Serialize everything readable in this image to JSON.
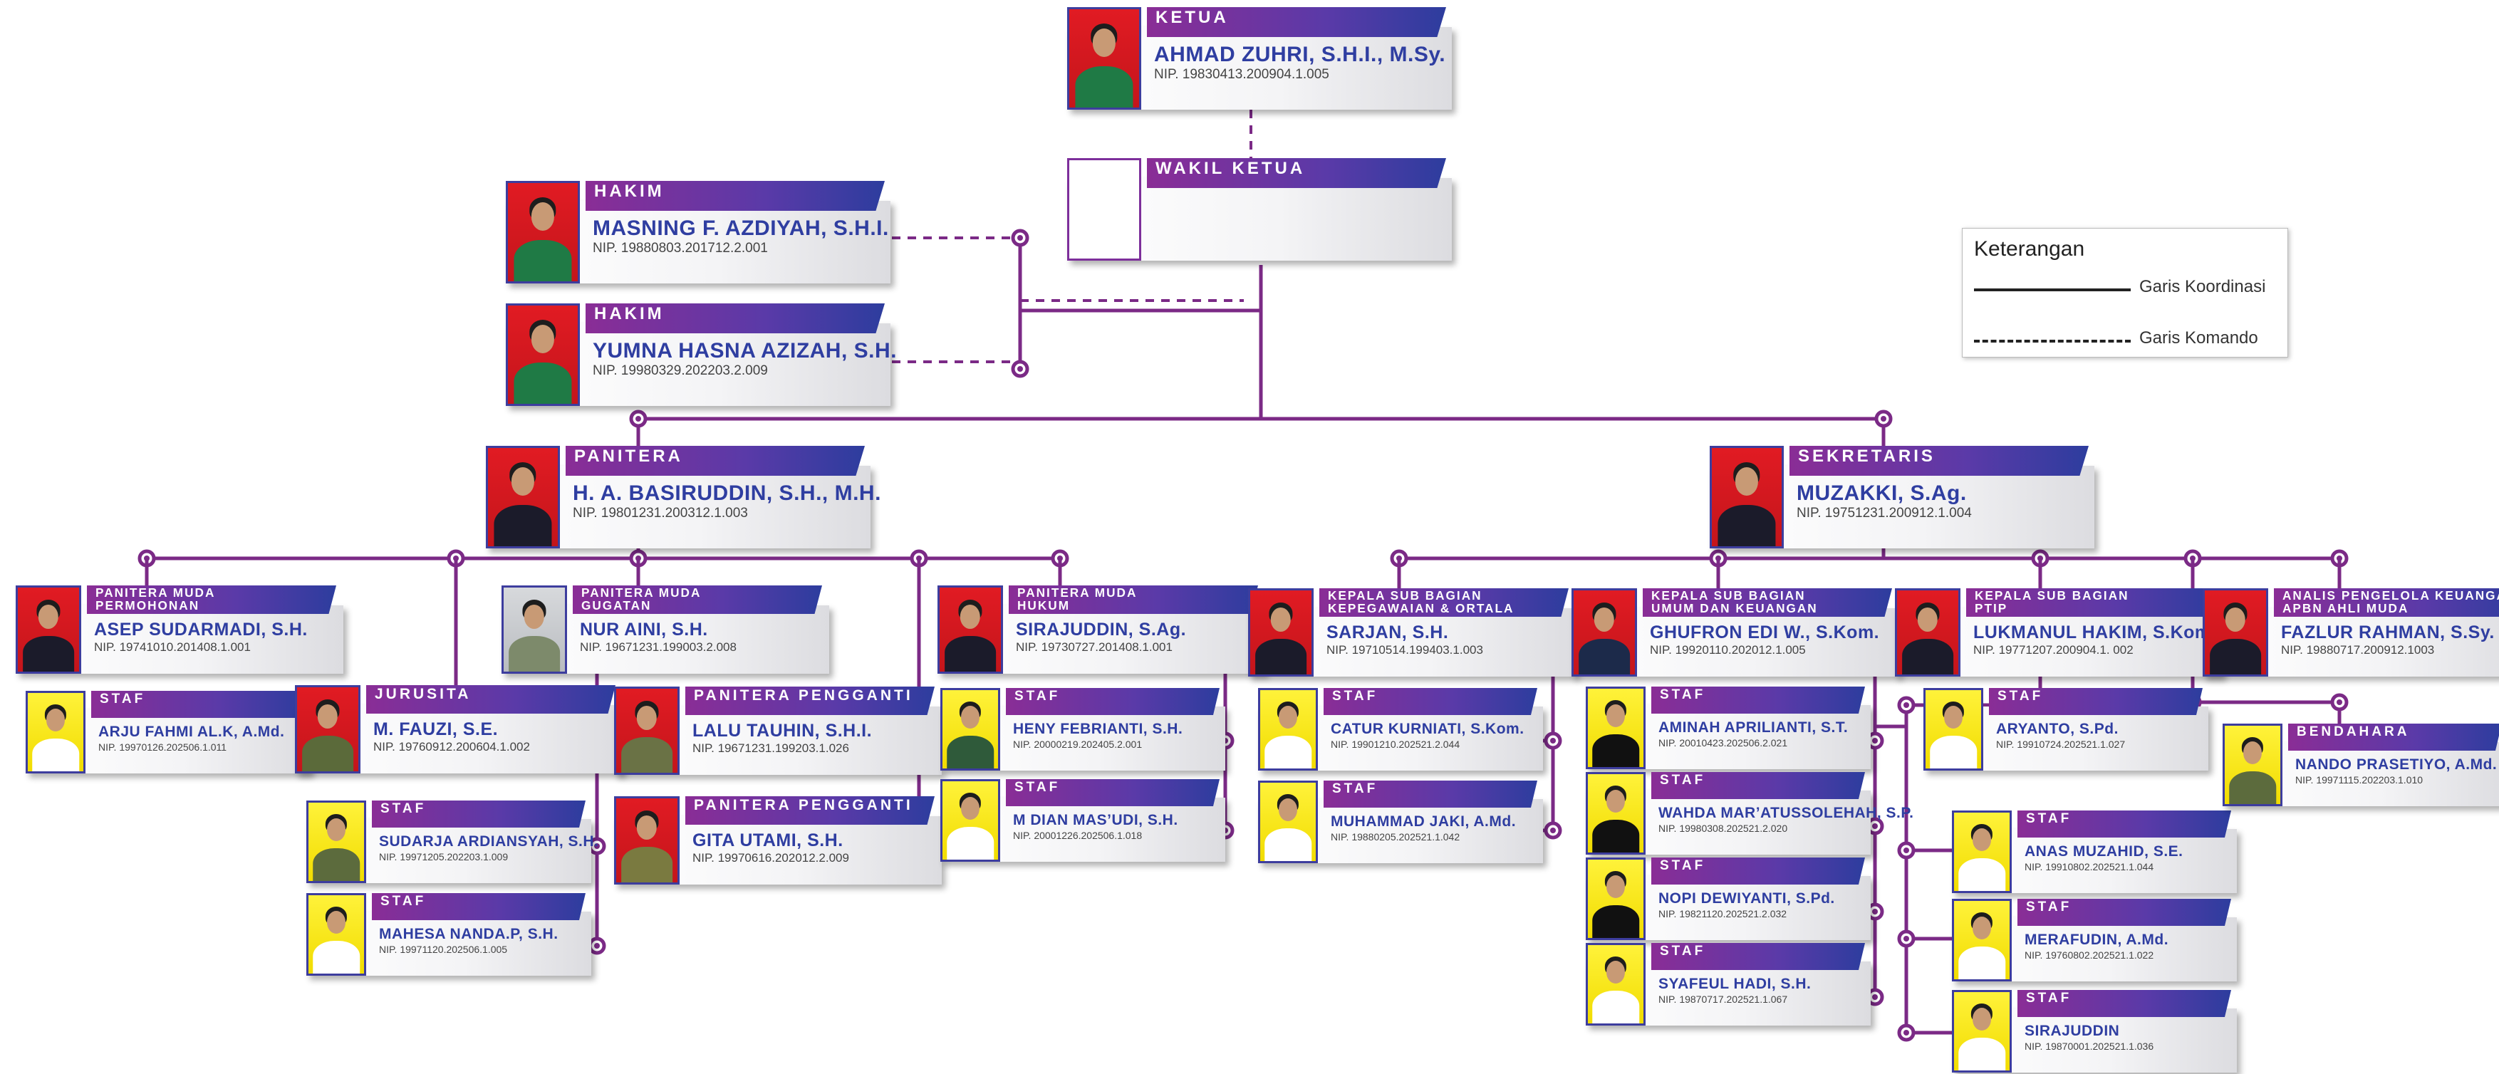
{
  "legend": {
    "title": "Keterangan",
    "koordinasi": "Garis Koordinasi",
    "komando": "Garis Komando"
  },
  "colors": {
    "line": "#7b2a86",
    "name": "#2f3ea1",
    "ribbon_start": "#8a2d96",
    "ribbon_end": "#2d3d9e",
    "photo_border": "#3d3d9e"
  },
  "people": [
    {
      "id": "ketua",
      "role": "KETUA",
      "name": "AHMAD ZUHRI, S.H.I., M.Sy.",
      "nip": "NIP. 19830413.200904.1.005",
      "bg": "red",
      "torso": "#1f7a45",
      "icon": "judge-portrait"
    },
    {
      "id": "wakil",
      "role": "WAKIL KETUA",
      "name": "",
      "nip": "",
      "bg": "blank",
      "torso": "",
      "icon": "empty-photo-frame"
    },
    {
      "id": "hakim1",
      "role": "HAKIM",
      "name": "MASNING F. AZDIYAH, S.H.I.",
      "nip": "NIP. 19880803.201712.2.001",
      "bg": "red",
      "torso": "#1f7a45",
      "icon": "judge-portrait"
    },
    {
      "id": "hakim2",
      "role": "HAKIM",
      "name": "YUMNA HASNA AZIZAH, S.H.",
      "nip": "NIP. 19980329.202203.2.009",
      "bg": "red",
      "torso": "#1f7a45",
      "icon": "judge-portrait"
    },
    {
      "id": "panitera",
      "role": "PANITERA",
      "name": "H. A. BASIRUDDIN, S.H., M.H.",
      "nip": "NIP. 19801231.200312.1.003",
      "bg": "red",
      "torso": "#1b1b2a",
      "icon": "person-portrait"
    },
    {
      "id": "sekretaris",
      "role": "SEKRETARIS",
      "name": "MUZAKKI, S.Ag.",
      "nip": "NIP. 19751231.200912.1.004",
      "bg": "red",
      "torso": "#1b1b2a",
      "icon": "person-portrait"
    },
    {
      "id": "pm_permohonan",
      "role": "PANITERA MUDA\nPERMOHONAN",
      "name": "ASEP SUDARMADI, S.H.",
      "nip": "NIP. 19741010.201408.1.001",
      "bg": "red",
      "torso": "#1b1b2a",
      "icon": "person-portrait"
    },
    {
      "id": "staf_arju",
      "role": "STAF",
      "name": "ARJU FAHMI AL.K, A.Md.",
      "nip": "NIP. 19970126.202506.1.011",
      "bg": "yel",
      "torso": "#ffffff",
      "icon": "person-portrait"
    },
    {
      "id": "jurusita",
      "role": "JURUSITA",
      "name": "M. FAUZI, S.E.",
      "nip": "NIP. 19760912.200604.1.002",
      "bg": "red",
      "torso": "#5b6a3a",
      "icon": "person-portrait"
    },
    {
      "id": "pm_gugatan",
      "role": "PANITERA MUDA\nGUGATAN",
      "name": "NUR AINI, S.H.",
      "nip": "NIP. 19671231.199003.2.008",
      "bg": "gry",
      "torso": "#7d8a6b",
      "icon": "person-portrait"
    },
    {
      "id": "pp_lalu",
      "role": "PANITERA PENGGANTI",
      "name": "LALU TAUHIN, S.H.I.",
      "nip": "NIP. 19671231.199203.1.026",
      "bg": "red",
      "torso": "#6a7245",
      "icon": "person-portrait"
    },
    {
      "id": "pp_gita",
      "role": "PANITERA PENGGANTI",
      "name": "GITA UTAMI, S.H.",
      "nip": "NIP. 19970616.202012.2.009",
      "bg": "red",
      "torso": "#7a7a40",
      "icon": "person-portrait"
    },
    {
      "id": "staf_sudarja",
      "role": "STAF",
      "name": "SUDARJA ARDIANSYAH, S.H.",
      "nip": "NIP. 19971205.202203.1.009",
      "bg": "yel",
      "torso": "#5c6b3d",
      "icon": "person-portrait"
    },
    {
      "id": "staf_mahesa",
      "role": "STAF",
      "name": "MAHESA NANDA.P, S.H.",
      "nip": "NIP. 19971120.202506.1.005",
      "bg": "yel",
      "torso": "#ffffff",
      "icon": "person-portrait"
    },
    {
      "id": "pm_hukum",
      "role": "PANITERA MUDA\nHUKUM",
      "name": "SIRAJUDDIN, S.Ag.",
      "nip": "NIP. 19730727.201408.1.001",
      "bg": "red",
      "torso": "#1b1b2a",
      "icon": "person-portrait"
    },
    {
      "id": "staf_heny",
      "role": "STAF",
      "name": "HENY FEBRIANTI, S.H.",
      "nip": "NIP. 20000219.202405.2.001",
      "bg": "yel",
      "torso": "#2f5a3a",
      "icon": "person-portrait"
    },
    {
      "id": "staf_dian",
      "role": "STAF",
      "name": "M DIAN MAS’UDI, S.H.",
      "nip": "NIP. 20001226.202506.1.018",
      "bg": "yel",
      "torso": "#ffffff",
      "icon": "person-portrait"
    },
    {
      "id": "kasub_kepeg",
      "role": "KEPALA SUB BAGIAN\nKEPEGAWAIAN & ORTALA",
      "name": "SARJAN, S.H.",
      "nip": "NIP. 19710514.199403.1.003",
      "bg": "red",
      "torso": "#1b1b2a",
      "icon": "person-portrait"
    },
    {
      "id": "staf_catur",
      "role": "STAF",
      "name": "CATUR KURNIATI, S.Kom.",
      "nip": "NIP. 19901210.202521.2.044",
      "bg": "yel",
      "torso": "#ffffff",
      "icon": "person-portrait"
    },
    {
      "id": "staf_jaki",
      "role": "STAF",
      "name": "MUHAMMAD JAKI, A.Md.",
      "nip": "NIP. 19880205.202521.1.042",
      "bg": "yel",
      "torso": "#ffffff",
      "icon": "person-portrait"
    },
    {
      "id": "kasub_umum",
      "role": "KEPALA SUB BAGIAN\nUMUM DAN KEUANGAN",
      "name": "GHUFRON EDI W., S.Kom.",
      "nip": "NIP. 19920110.202012.1.005",
      "bg": "red",
      "torso": "#1c2a4a",
      "icon": "person-portrait"
    },
    {
      "id": "staf_aminah",
      "role": "STAF",
      "name": "AMINAH APRILIANTI, S.T.",
      "nip": "NIP. 20010423.202506.2.021",
      "bg": "yel",
      "torso": "#111111",
      "icon": "person-portrait"
    },
    {
      "id": "staf_wahda",
      "role": "STAF",
      "name": "WAHDA MAR’ATUSSOLEHAH, S.P.",
      "nip": "NIP. 19980308.202521.2.020",
      "bg": "yel",
      "torso": "#111111",
      "icon": "person-portrait"
    },
    {
      "id": "staf_nopi",
      "role": "STAF",
      "name": "NOPI DEWIYANTI, S.Pd.",
      "nip": "NIP. 19821120.202521.2.032",
      "bg": "yel",
      "torso": "#111111",
      "icon": "person-portrait"
    },
    {
      "id": "staf_syafeul",
      "role": "STAF",
      "name": "SYAFEUL HADI, S.H.",
      "nip": "NIP. 19870717.202521.1.067",
      "bg": "yel",
      "torso": "#ffffff",
      "icon": "person-portrait"
    },
    {
      "id": "kasub_ptip",
      "role": "KEPALA SUB BAGIAN\nPTIP",
      "name": "LUKMANUL HAKIM, S.Kom.",
      "nip": "NIP. 19771207.200904.1. 002",
      "bg": "red",
      "torso": "#1b1b2a",
      "icon": "person-portrait"
    },
    {
      "id": "staf_aryanto",
      "role": "STAF",
      "name": "ARYANTO, S.Pd.",
      "nip": "NIP. 19910724.202521.1.027",
      "bg": "yel",
      "torso": "#ffffff",
      "icon": "person-portrait"
    },
    {
      "id": "staf_anas",
      "role": "STAF",
      "name": "ANAS MUZAHID, S.E.",
      "nip": "NIP. 19910802.202521.1.044",
      "bg": "yel",
      "torso": "#ffffff",
      "icon": "person-portrait"
    },
    {
      "id": "staf_merafudin",
      "role": "STAF",
      "name": "MERAFUDIN, A.Md.",
      "nip": "NIP. 19760802.202521.1.022",
      "bg": "yel",
      "torso": "#ffffff",
      "icon": "person-portrait"
    },
    {
      "id": "staf_sirajuddin",
      "role": "STAF",
      "name": "SIRAJUDDIN",
      "nip": "NIP. 19870001.202521.1.036",
      "bg": "yel",
      "torso": "#ffffff",
      "icon": "person-portrait"
    },
    {
      "id": "analis",
      "role": "ANALIS PENGELOLA KEUANGAN\nAPBN AHLI MUDA",
      "name": "FAZLUR RAHMAN, S.Sy.",
      "nip": "NIP. 19880717.200912.1003",
      "bg": "red",
      "torso": "#1b1b2a",
      "icon": "person-portrait"
    },
    {
      "id": "bendahara",
      "role": "BENDAHARA",
      "name": "NANDO PRASETIYO, A.Md.",
      "nip": "NIP. 19971115.202203.1.010",
      "bg": "yel",
      "torso": "#5c6b3d",
      "icon": "person-portrait"
    }
  ]
}
